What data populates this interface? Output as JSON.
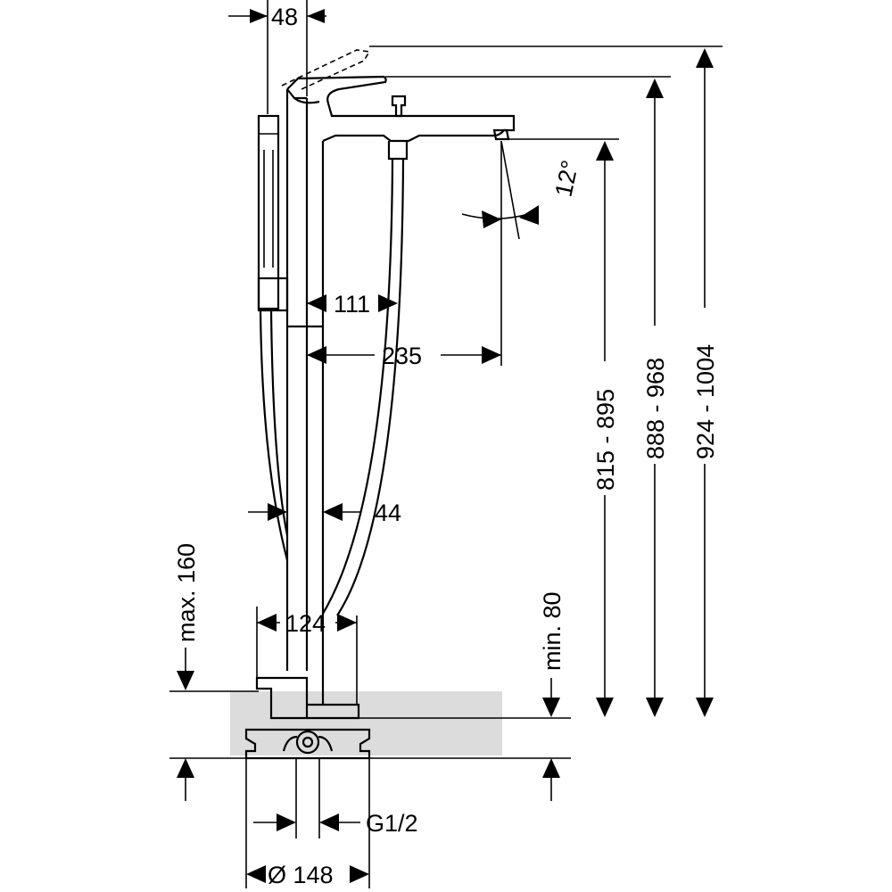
{
  "dimensions": {
    "top_width": "48",
    "angle": "12°",
    "handle_offset": "111",
    "spout_reach": "235",
    "body_width": "44",
    "base_width": "124",
    "max_height_above_floor": "max. 160",
    "min_height": "min. 80",
    "height_spout": "815 - 895",
    "height_body": "888 - 968",
    "height_handle": "924 - 1004",
    "thread": "G1/2",
    "flange_diameter": "Ø 148"
  },
  "colors": {
    "line": "#000000",
    "floor_fill": "#dcdcdc",
    "background": "#ffffff"
  }
}
